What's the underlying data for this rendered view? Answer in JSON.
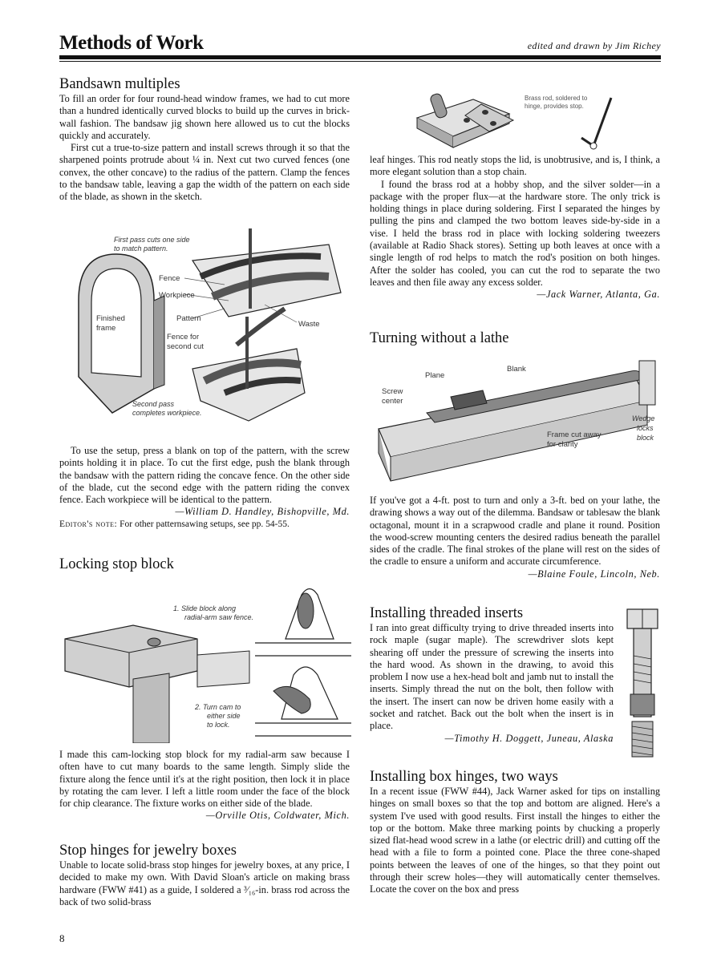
{
  "header": {
    "title": "Methods of Work",
    "byline": "edited and drawn by Jim Richey"
  },
  "page_number": "8",
  "bandsaw": {
    "heading": "Bandsawn multiples",
    "p1": "To fill an order for four round-head window frames, we had to cut more than a hundred identically curved blocks to build up the curves in brick-wall fashion. The bandsaw jig shown here allowed us to cut the blocks quickly and accurately.",
    "p2": "First cut a true-to-size pattern and install screws through it so that the sharpened points protrude about ¼ in. Next cut two curved fences (one convex, the other concave) to the radius of the pattern. Clamp the fences to the bandsaw table, leaving a gap the width of the pattern on each side of the blade, as shown in the sketch.",
    "fig_labels": {
      "first_pass": "First pass cuts one side",
      "first_pass2": "to match pattern.",
      "fence": "Fence",
      "workpiece": "Workpiece",
      "finished": "Finished",
      "frame": "frame",
      "pattern": "Pattern",
      "waste": "Waste",
      "fence_for": "Fence for",
      "second_cut": "second cut",
      "second_pass": "Second pass",
      "completes": "completes workpiece."
    },
    "p3": "To use the setup, press a blank on top of the pattern, with the screw points holding it in place. To cut the first edge, push the blank through the bandsaw with the pattern riding the concave fence. On the other side of the blade, cut the second edge with the pattern riding the convex fence. Each workpiece will be identical to the pattern.",
    "signature": "—William D. Handley, Bishopville, Md.",
    "editor_label": "Editor's note:",
    "editor_note": " For other patternsawing setups, see pp. 54-55."
  },
  "locking": {
    "heading": "Locking stop block",
    "fig_labels": {
      "slide1": "1. Slide block along",
      "slide2": "radial-arm saw fence.",
      "turn1": "2. Turn cam to",
      "turn2": "either side",
      "turn3": "to lock."
    },
    "p1": "I made this cam-locking stop block for my radial-arm saw because I often have to cut many boards to the same length. Simply slide the fixture along the fence until it's at the right position, then lock it in place by rotating the cam lever. I left a little room under the face of the block for chip clearance. The fixture works on either side of the blade.",
    "signature": "—Orville Otis, Coldwater, Mich."
  },
  "stop_hinges": {
    "heading": "Stop hinges for jewelry boxes",
    "p1": "Unable to locate solid-brass stop hinges for jewelry boxes, at any price, I decided to make my own. With David Sloan's article on making brass hardware (FWW #41) as a guide, I soldered a ³⁄₁₆-in. brass rod across the back of two solid-brass",
    "fig_label1": "Brass rod, soldered to",
    "fig_label2": "hinge, provides stop.",
    "p2": "leaf hinges. This rod neatly stops the lid, is unobtrusive, and is, I think, a more elegant solution than a stop chain.",
    "p3": "I found the brass rod at a hobby shop, and the silver solder—in a package with the proper flux—at the hardware store. The only trick is holding things in place during soldering. First I separated the hinges by pulling the pins and clamped the two bottom leaves side-by-side in a vise. I held the brass rod in place with locking soldering tweezers (available at Radio Shack stores). Setting up both leaves at once with a single length of rod helps to match the rod's position on both hinges. After the solder has cooled, you can cut the rod to separate the two leaves and then file away any excess solder.",
    "signature": "—Jack Warner, Atlanta, Ga."
  },
  "turning": {
    "heading": "Turning without a lathe",
    "fig_labels": {
      "blank": "Blank",
      "plane": "Plane",
      "screw": "Screw",
      "center": "center",
      "wedge": "Wedge",
      "locks": "locks",
      "block": "block",
      "frame_cut": "Frame cut away",
      "clarity": "for clarity"
    },
    "p1": "If you've got a 4-ft. post to turn and only a 3-ft. bed on your lathe, the drawing shows a way out of the dilemma. Bandsaw or tablesaw the blank octagonal, mount it in a scrapwood cradle and plane it round. Position the wood-screw mounting centers the desired radius beneath the parallel sides of the cradle. The final strokes of the plane will rest on the sides of the cradle to ensure a uniform and accurate circumference.",
    "signature": "—Blaine Foule, Lincoln, Neb."
  },
  "inserts": {
    "heading": "Installing threaded inserts",
    "p1": "I ran into great difficulty trying to drive threaded inserts into rock maple (sugar maple). The screwdriver slots kept shearing off under the pressure of screwing the inserts into the hard wood. As shown in the drawing, to avoid this problem I now use a hex-head bolt and jamb nut to install the inserts. Simply thread the nut on the bolt, then follow with the insert. The insert can now be driven home easily with a socket and ratchet. Back out the bolt when the insert is in place.",
    "signature": "—Timothy H. Doggett, Juneau, Alaska"
  },
  "box_hinges": {
    "heading": "Installing box hinges, two ways",
    "p1": "In a recent issue (FWW #44), Jack Warner asked for tips on installing hinges on small boxes so that the top and bottom are aligned. Here's a system I've used with good results. First install the hinges to either the top or the bottom. Make three marking points by chucking a properly sized flat-head wood screw in a lathe (or electric drill) and cutting off the head with a file to form a pointed cone. Place the three cone-shaped points between the leaves of one of the hinges, so that they point out through their screw holes—they will automatically center themselves. Locate the cover on the box and press"
  }
}
